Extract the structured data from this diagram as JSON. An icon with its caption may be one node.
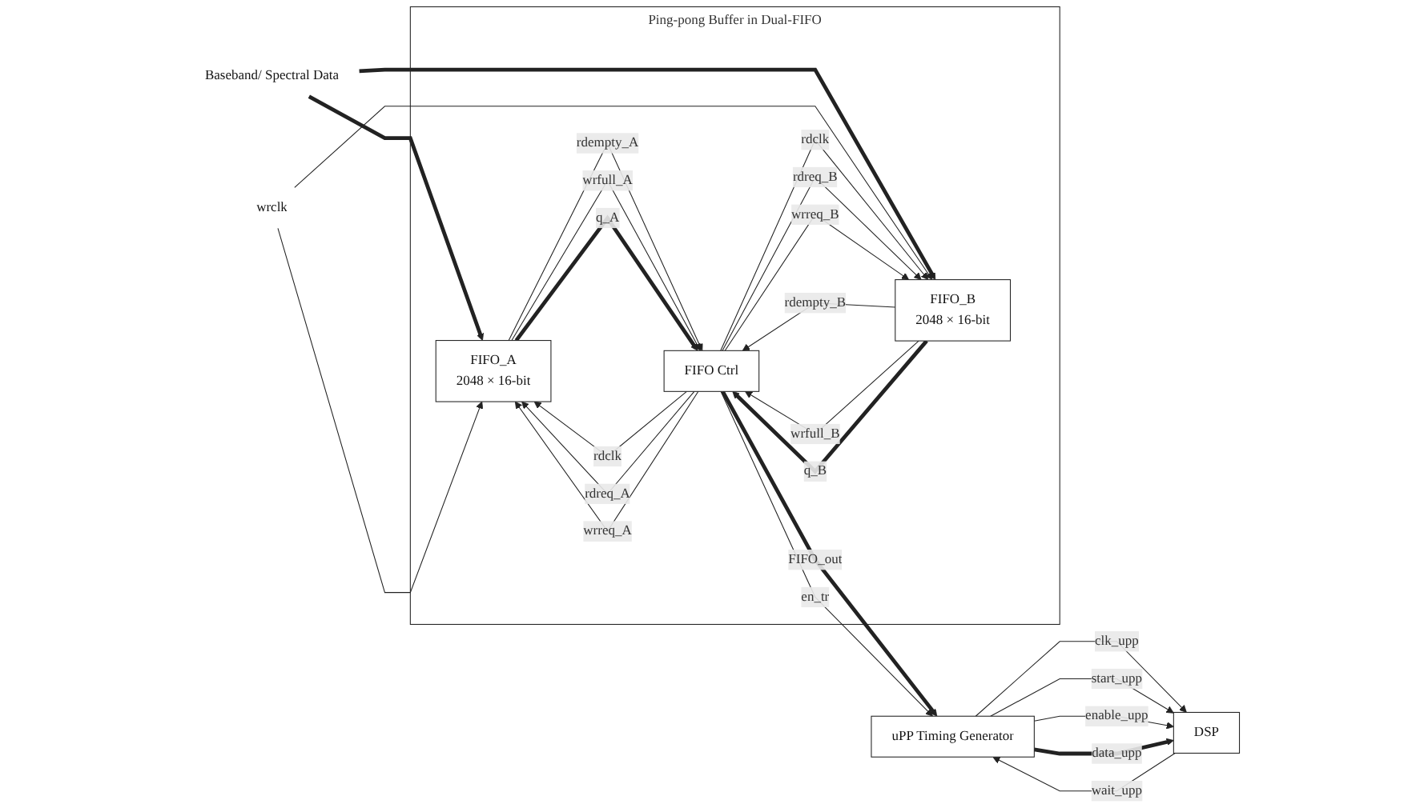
{
  "diagram": {
    "nodes": [
      {
        "text": [
          "Ping-pong Buffer in Dual-FIFO"
        ]
      },
      {
        "text": [
          "FIFO_A",
          "2048 × 16-bit"
        ],
        "in": 0
      },
      {
        "text": [
          "FIFO_B",
          "2048 × 16-bit"
        ],
        "in": 0
      },
      {
        "text": [
          "FIFO Ctrl"
        ],
        "in": 0
      },
      {
        "text": [
          "uPP Timing Generator"
        ]
      },
      {
        "text": [
          "DSP"
        ]
      },
      {
        "text": [
          "Baseband/ Spectral Data"
        ]
      },
      {
        "text": [
          "wrclk"
        ]
      }
    ],
    "edges": [
      {
        "from": 6,
        "to": 1,
        "arrow": "to",
        "style": "thick"
      },
      {
        "from": 6,
        "to": 2,
        "arrow": "to",
        "style": "thick"
      },
      {
        "from": 7,
        "to": 1,
        "arrow": "to"
      },
      {
        "from": 7,
        "to": 2,
        "arrow": "to"
      },
      {
        "from": 3,
        "to": 1,
        "label": "rdclk",
        "arrow": "to"
      },
      {
        "from": 3,
        "to": 1,
        "label": "rdreq_A",
        "arrow": "to"
      },
      {
        "from": 3,
        "to": 1,
        "label": "wrreq_A",
        "arrow": "to"
      },
      {
        "from": 1,
        "to": 3,
        "label": "rdempty_A",
        "arrow": "to"
      },
      {
        "from": 1,
        "to": 3,
        "label": "wrfull_A",
        "arrow": "to"
      },
      {
        "from": 1,
        "to": 3,
        "label": "q_A",
        "arrow": "to",
        "style": "thick"
      },
      {
        "from": 3,
        "to": 2,
        "label": "rdclk",
        "arrow": "to"
      },
      {
        "from": 3,
        "to": 2,
        "label": "rdreq_B",
        "arrow": "to"
      },
      {
        "from": 3,
        "to": 2,
        "label": "wrreq_B",
        "arrow": "to"
      },
      {
        "from": 2,
        "to": 3,
        "label": "rdempty_B",
        "arrow": "to"
      },
      {
        "from": 2,
        "to": 3,
        "label": "wrfull_B",
        "arrow": "to"
      },
      {
        "from": 2,
        "to": 3,
        "label": "q_B",
        "arrow": "to",
        "style": "thick"
      },
      {
        "from": 3,
        "to": 4,
        "label": "FIFO_out",
        "arrow": "to",
        "style": "thick"
      },
      {
        "from": 3,
        "to": 4,
        "label": "en_tr",
        "arrow": "to"
      },
      {
        "from": 4,
        "to": 5,
        "label": "clk_upp",
        "arrow": "to"
      },
      {
        "from": 4,
        "to": 5,
        "label": "start_upp",
        "arrow": "to"
      },
      {
        "from": 4,
        "to": 5,
        "label": "enable_upp",
        "arrow": "to"
      },
      {
        "from": 5,
        "to": 4,
        "label": "wait_upp",
        "arrow": "to"
      },
      {
        "from": 4,
        "to": 5,
        "label": "data_upp",
        "arrow": "to",
        "style": "thick"
      }
    ]
  }
}
